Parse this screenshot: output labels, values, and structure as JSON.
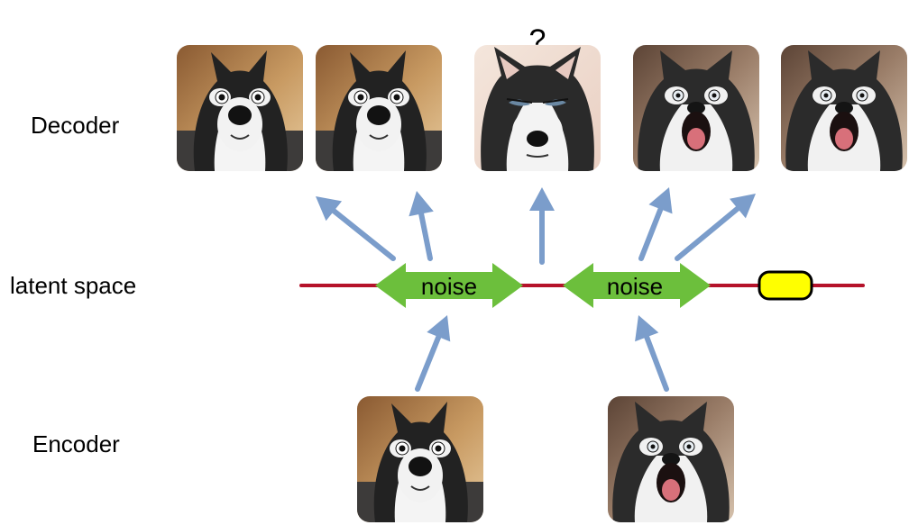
{
  "labels": {
    "decoder": "Decoder",
    "latent": "latent space",
    "encoder": "Encoder"
  },
  "noise_labels": [
    "noise",
    "noise"
  ],
  "question_mark": "?",
  "colors": {
    "arrow": "#7b9dcb",
    "latent_line": "#b5122a",
    "noise_arrow": "#6cbf3c",
    "marker_fill": "#ffff00",
    "marker_stroke": "#000000"
  },
  "images": {
    "decoder": [
      {
        "name": "decoded-surprised-husky-1",
        "subject": "surprised husky"
      },
      {
        "name": "decoded-surprised-husky-2",
        "subject": "surprised husky"
      },
      {
        "name": "decoded-suspicious-husky",
        "subject": "suspicious husky"
      },
      {
        "name": "decoded-howling-husky-1",
        "subject": "howling husky"
      },
      {
        "name": "decoded-howling-husky-2",
        "subject": "howling husky"
      }
    ],
    "encoder": [
      {
        "name": "encoder-input-surprised-husky",
        "subject": "surprised husky"
      },
      {
        "name": "encoder-input-howling-husky",
        "subject": "howling husky"
      }
    ]
  }
}
